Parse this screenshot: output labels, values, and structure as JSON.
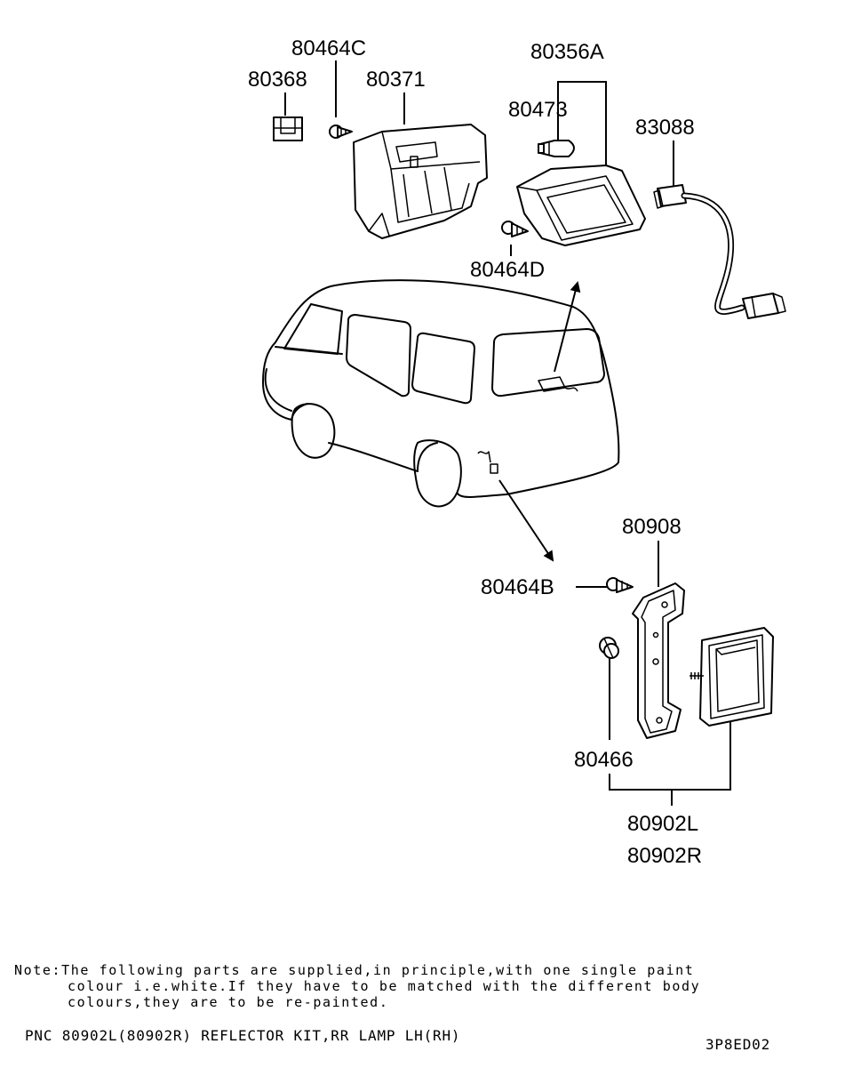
{
  "labels": {
    "p80464c": "80464C",
    "p80368": "80368",
    "p80371": "80371",
    "p80356a": "80356A",
    "p80473": "80473",
    "p83088": "83088",
    "p80464d": "80464D",
    "p80908": "80908",
    "p80464b": "80464B",
    "p80466": "80466",
    "p80902l": "80902L",
    "p80902r": "80902R"
  },
  "note": {
    "line1": "Note:The following parts are supplied,in principle,with one single paint",
    "line2": "colour i.e.white.If they have to be matched with the different body",
    "line3": "colours,they are to be re-painted."
  },
  "pnc": "PNC 80902L(80902R) REFLECTOR KIT,RR LAMP LH(RH)",
  "diagram_code": "3P8ED02"
}
